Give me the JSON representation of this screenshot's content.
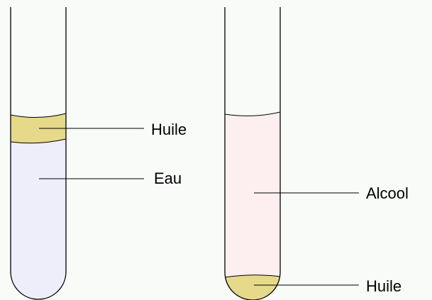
{
  "tubes": [
    {
      "liquids": [
        {
          "label": "Huile",
          "color": "#e6d98a"
        },
        {
          "label": "Eau",
          "color": "#eeeefb"
        }
      ]
    },
    {
      "liquids": [
        {
          "label": "Alcool",
          "color": "#fdefef"
        },
        {
          "label": "Huile",
          "color": "#e6d98a"
        }
      ]
    }
  ],
  "colors": {
    "background": "#f8fbf8",
    "glass_outline": "#000000",
    "leader_line": "#000000"
  }
}
